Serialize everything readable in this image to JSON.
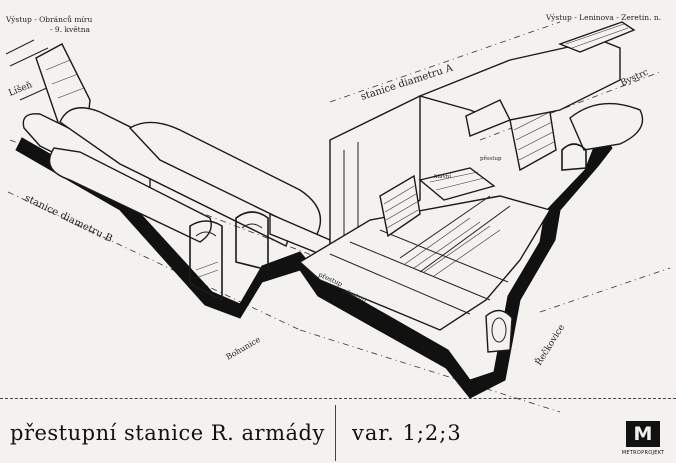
{
  "labels": {
    "exit_left_line1": "Výstup - Obránců míru",
    "exit_left_line2": "- 9. května",
    "exit_right": "Výstup - Leninova - Zeretin. n.",
    "dir_lisen": "Líšeň",
    "dir_bystrc": "Bystrc",
    "dir_bohunice": "Bohunice",
    "dir_reckovice": "Řečkovice",
    "station_a": "stanice diametru A",
    "station_b": "stanice diametru B",
    "prestup_1": "přestup",
    "prestup_2": "přestup",
    "small_1": "přestup",
    "small_2": "hlavní"
  },
  "title_block": {
    "title": "přestupní stanice R. armády",
    "variant": "var. 1;2;3",
    "company": "METROPROJEKT",
    "logo_letter": "M",
    "logo_icon": "metro-logo-icon"
  }
}
